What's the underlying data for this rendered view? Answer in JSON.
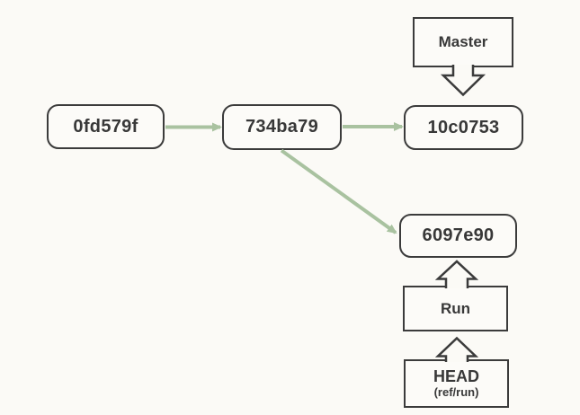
{
  "diagram": {
    "type": "git-commit-graph",
    "colors": {
      "background": "#fbfaf6",
      "node_border": "#3b3b3b",
      "node_text": "#383838",
      "commit_arrow_green": "#a9c2a0"
    },
    "nodes": {
      "master": {
        "label": "Master"
      },
      "commit1": {
        "label": "0fd579f"
      },
      "commit2": {
        "label": "734ba79"
      },
      "commit3": {
        "label": "10c0753"
      },
      "commit4": {
        "label": "6097e90"
      },
      "run": {
        "label": "Run"
      },
      "head": {
        "label": "HEAD",
        "sublabel": "(ref/run)"
      }
    },
    "edges": [
      {
        "from": "0fd579f",
        "to": "734ba79",
        "style": "green-arrow"
      },
      {
        "from": "734ba79",
        "to": "10c0753",
        "style": "green-arrow"
      },
      {
        "from": "734ba79",
        "to": "6097e90",
        "style": "green-arrow-diagonal"
      },
      {
        "from": "Master",
        "to": "10c0753",
        "style": "hollow-down-arrow"
      },
      {
        "from": "Run",
        "to": "6097e90",
        "style": "hollow-up-arrow"
      },
      {
        "from": "HEAD (ref/run)",
        "to": "Run",
        "style": "hollow-up-arrow"
      }
    ]
  }
}
